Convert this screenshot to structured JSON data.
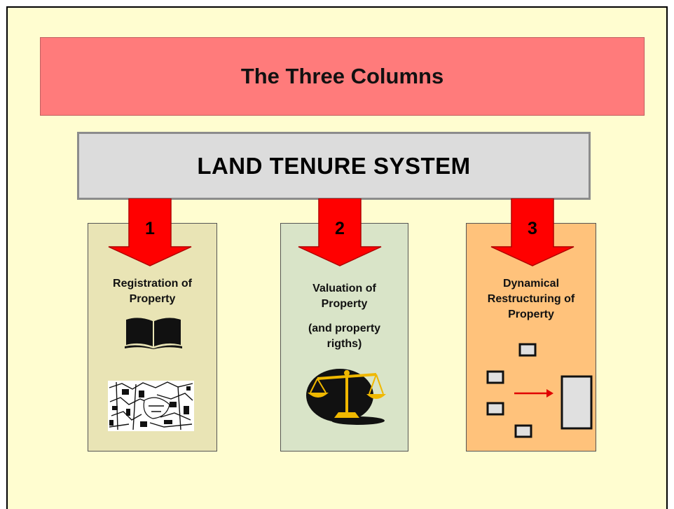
{
  "title": "The Three Columns",
  "system": "LAND TENURE SYSTEM",
  "columns": [
    {
      "number": "1",
      "label_lines": [
        "Registration of",
        "Property"
      ],
      "icons": [
        "book-icon",
        "map-icon"
      ]
    },
    {
      "number": "2",
      "label_lines": [
        "Valuation of",
        "Property"
      ],
      "sub_lines": [
        "(and property",
        "rigths)"
      ],
      "icons": [
        "scales-icon"
      ]
    },
    {
      "number": "3",
      "label_lines": [
        "Dynamical",
        "Restructuring of",
        "Property"
      ],
      "icons": [
        "parcel-consolidation-icon"
      ]
    }
  ],
  "colors": {
    "background": "#fffdd0",
    "title_bar": "#ff7b7b",
    "system_bar": "#dcdcdc",
    "column1": "#e9e4b5",
    "column2": "#d9e4c8",
    "column3": "#ffc27b",
    "arrow": "#ff0000"
  }
}
